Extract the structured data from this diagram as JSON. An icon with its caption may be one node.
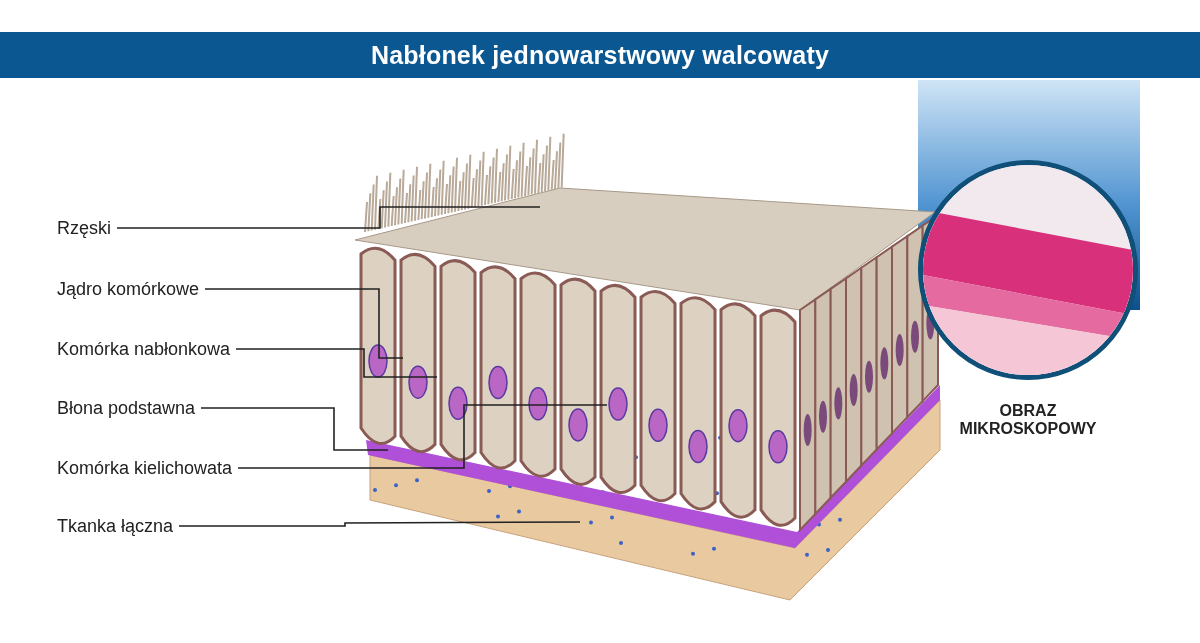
{
  "diagram": {
    "title": "Nabłonek jednowarstwowy walcowaty",
    "nodes": [
      {
        "text": [
          "Rzęski"
        ]
      },
      {
        "text": [
          "Jądro komórkowe"
        ]
      },
      {
        "text": [
          "Komórka nabłonkowa"
        ]
      },
      {
        "text": [
          "Błona podstawna"
        ]
      },
      {
        "text": [
          "Komórka kielichowata"
        ]
      },
      {
        "text": [
          "Tkanka łączna"
        ]
      },
      {
        "text": [],
        "shape": "picture",
        "beside": [
          "OBRAZ MIKROSKOPOWY"
        ]
      }
    ],
    "edges": [
      {
        "from": 0,
        "to": null,
        "arrow": "none"
      },
      {
        "from": 1,
        "to": null,
        "arrow": "none"
      },
      {
        "from": 2,
        "to": null,
        "arrow": "none"
      },
      {
        "from": 3,
        "to": null,
        "arrow": "none"
      },
      {
        "from": 4,
        "to": null,
        "arrow": "none"
      },
      {
        "from": 5,
        "to": null,
        "arrow": "none"
      }
    ]
  }
}
